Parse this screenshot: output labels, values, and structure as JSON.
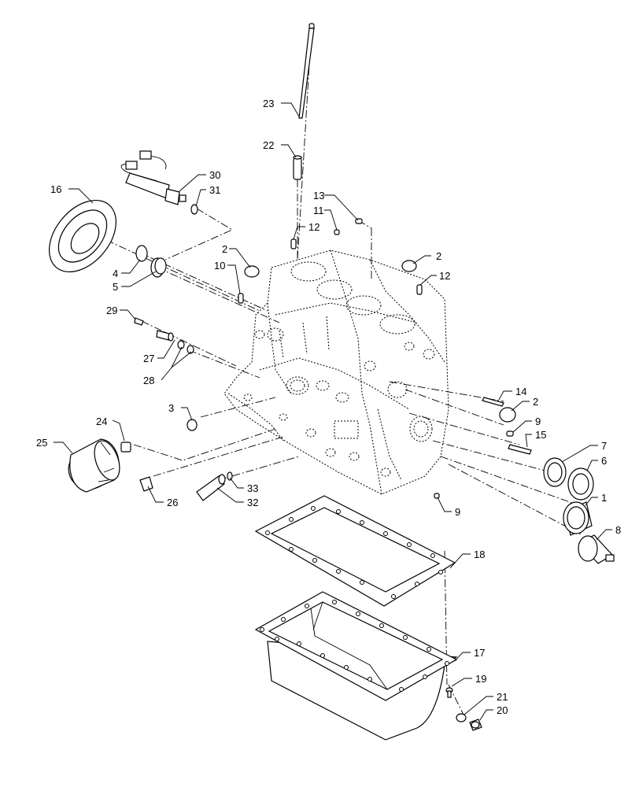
{
  "callouts": [
    {
      "id": "1",
      "text": "1"
    },
    {
      "id": "2a",
      "text": "2"
    },
    {
      "id": "2b",
      "text": "2"
    },
    {
      "id": "2c",
      "text": "2"
    },
    {
      "id": "3",
      "text": "3"
    },
    {
      "id": "4",
      "text": "4"
    },
    {
      "id": "5",
      "text": "5"
    },
    {
      "id": "6",
      "text": "6"
    },
    {
      "id": "7",
      "text": "7"
    },
    {
      "id": "8",
      "text": "8"
    },
    {
      "id": "9a",
      "text": "9"
    },
    {
      "id": "9b",
      "text": "9"
    },
    {
      "id": "10",
      "text": "10"
    },
    {
      "id": "11",
      "text": "11"
    },
    {
      "id": "12a",
      "text": "12"
    },
    {
      "id": "12b",
      "text": "12"
    },
    {
      "id": "13",
      "text": "13"
    },
    {
      "id": "14",
      "text": "14"
    },
    {
      "id": "15",
      "text": "15"
    },
    {
      "id": "16",
      "text": "16"
    },
    {
      "id": "17",
      "text": "17"
    },
    {
      "id": "18",
      "text": "18"
    },
    {
      "id": "19",
      "text": "19"
    },
    {
      "id": "20",
      "text": "20"
    },
    {
      "id": "21",
      "text": "21"
    },
    {
      "id": "22",
      "text": "22"
    },
    {
      "id": "23",
      "text": "23"
    },
    {
      "id": "24",
      "text": "24"
    },
    {
      "id": "25",
      "text": "25"
    },
    {
      "id": "26",
      "text": "26"
    },
    {
      "id": "27",
      "text": "27"
    },
    {
      "id": "28",
      "text": "28"
    },
    {
      "id": "29",
      "text": "29"
    },
    {
      "id": "30",
      "text": "30"
    },
    {
      "id": "31",
      "text": "31"
    },
    {
      "id": "32",
      "text": "32"
    },
    {
      "id": "33",
      "text": "33"
    }
  ]
}
